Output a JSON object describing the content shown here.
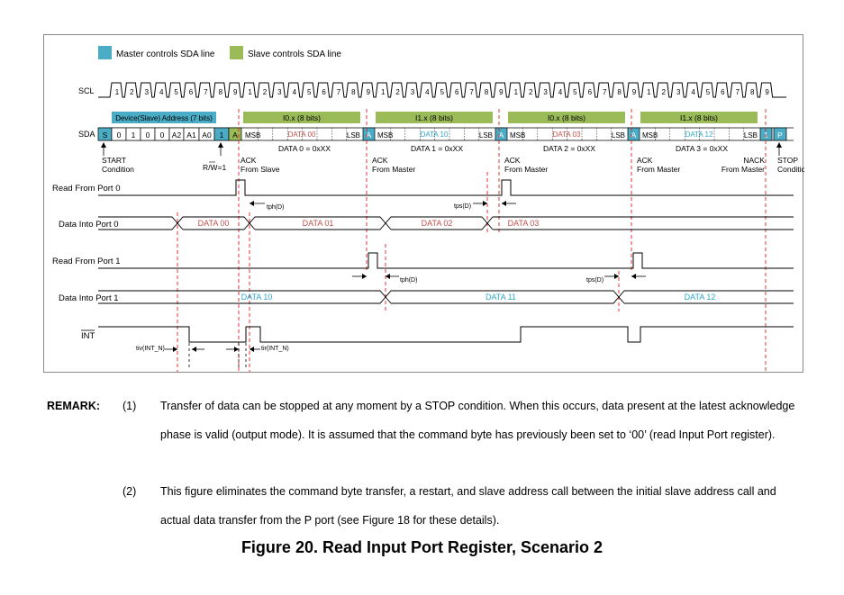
{
  "legend": {
    "master": {
      "label": "Master controls SDA line",
      "color": "#4bacc6"
    },
    "slave": {
      "label": "Slave controls SDA line",
      "color": "#9bbb59"
    }
  },
  "signals": {
    "scl": "SCL",
    "sda": "SDA",
    "read_port0": "Read From Port 0",
    "data_port0": "Data Into Port 0",
    "read_port1": "Read From Port 1",
    "data_port1": "Data Into Port 1",
    "int": "INT"
  },
  "scl_pulses": [
    "1",
    "2",
    "3",
    "4",
    "5",
    "6",
    "7",
    "8",
    "9",
    "1",
    "2",
    "3",
    "4",
    "5",
    "6",
    "7",
    "8",
    "9",
    "1",
    "2",
    "3",
    "4",
    "5",
    "6",
    "7",
    "8",
    "9",
    "1",
    "2",
    "3",
    "4",
    "5",
    "6",
    "7",
    "8",
    "9",
    "1",
    "2",
    "3",
    "4",
    "5",
    "6",
    "7",
    "8",
    "9"
  ],
  "address_header": "Device(Slave) Address (7 bits)",
  "address_bits": [
    "S",
    "0",
    "1",
    "0",
    "0",
    "A2",
    "A1",
    "A0",
    "1",
    "A"
  ],
  "byte_headers": [
    "I0.x (8 bits)",
    "I1.x (8 bits)",
    "I0.x (8 bits)",
    "I1.x (8 bits)"
  ],
  "msb": "MSB",
  "lsb": "LSB",
  "ack_box": "A",
  "nack_box": "1",
  "stop_box": "P",
  "byte_data": [
    "DATA 00",
    "DATA 10",
    "DATA 03",
    "DATA 12"
  ],
  "byte_values": [
    "DATA 0 = 0xXX",
    "DATA 1 = 0xXX",
    "DATA 2 = 0xXX",
    "DATA 3 = 0xXX"
  ],
  "annotations": {
    "start": [
      "START",
      "Condition"
    ],
    "rw": "R/W=1",
    "ack_slave": [
      "ACK",
      "From Slave"
    ],
    "ack_master": [
      "ACK",
      "From Master"
    ],
    "nack_master": [
      "NACK",
      "From Master"
    ],
    "stop": [
      "STOP",
      "Condition"
    ]
  },
  "port0_data": [
    "DATA 00",
    "DATA 01",
    "DATA 02",
    "DATA 03"
  ],
  "port1_data": [
    "DATA 10",
    "DATA 11",
    "DATA 12"
  ],
  "timing": {
    "tph0": "tph(D)",
    "tps0": "tps(D)",
    "tph1": "tph(D)",
    "tps1": "tps(D)",
    "tiv": "tiv(INT_N)",
    "tir": "tir(INT_N)"
  },
  "remark": {
    "label": "REMARK:",
    "items": [
      {
        "num": "(1)",
        "text": "Transfer of data can be stopped at any moment by a STOP condition. When this occurs, data present at the latest acknowledge phase is valid (output mode). It is assumed that the command byte has previously been set to ‘00’ (read Input Port register)."
      },
      {
        "num": "(2)",
        "text": "This figure eliminates the command byte transfer, a restart, and slave address call between the initial slave address call and actual data transfer from the P port (see Figure 18 for these details)."
      }
    ]
  },
  "caption": "Figure 20. Read Input Port Register, Scenario 2"
}
